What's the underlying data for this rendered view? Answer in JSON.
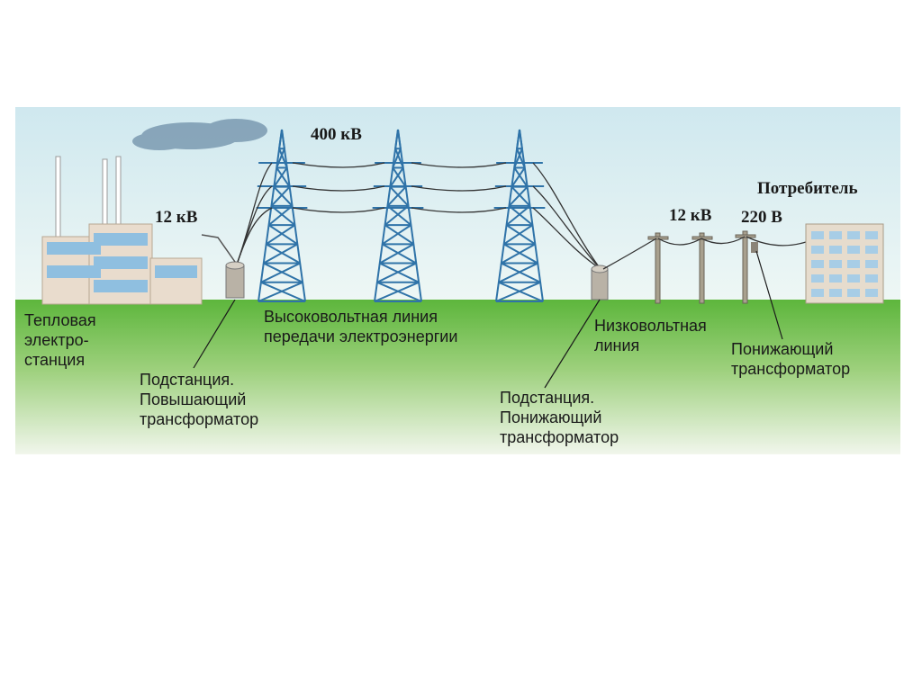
{
  "labels": {
    "v400": "400 кВ",
    "v12_left": "12 кВ",
    "v12_right": "12 кВ",
    "v220": "220 В",
    "consumer": "Потребитель",
    "plant": [
      "Тепловая",
      "электро-",
      "станция"
    ],
    "substation_up": [
      "Подстанция.",
      "Повышающий",
      "трансформатор"
    ],
    "hv_line": [
      "Высоковольтная линия",
      "передачи электроэнергии"
    ],
    "lv_line": [
      "Низковольтная",
      "линия"
    ],
    "substation_down": [
      "Подстанция.",
      "Понижающий",
      "трансформатор"
    ],
    "step_down": [
      "Понижающий",
      "трансформатор"
    ]
  },
  "colors": {
    "sky_top": "#cfe8ef",
    "sky_bottom": "#eaf5f4",
    "ground_top": "#6fbf4a",
    "ground_bottom": "#eef5e8",
    "tower": "#2f73a8",
    "building": "#e9dccd",
    "window": "#8fbfe0"
  }
}
